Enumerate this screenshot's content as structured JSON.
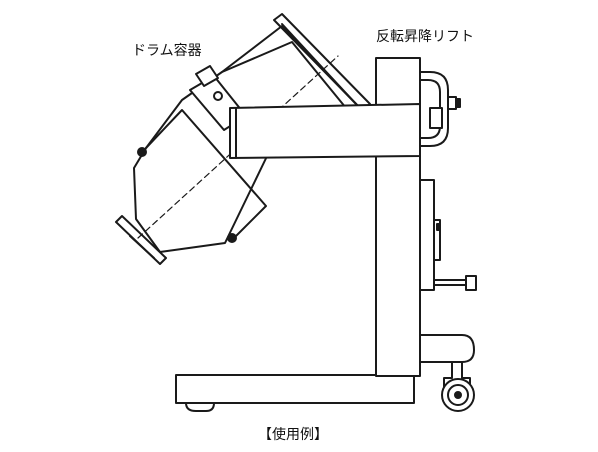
{
  "labels": {
    "drum_container": "ドラム容器",
    "reverse_lift": "反転昇降リフト",
    "caption": "【使用例】"
  },
  "colors": {
    "line": "#1a1a1a",
    "background": "#ffffff"
  }
}
